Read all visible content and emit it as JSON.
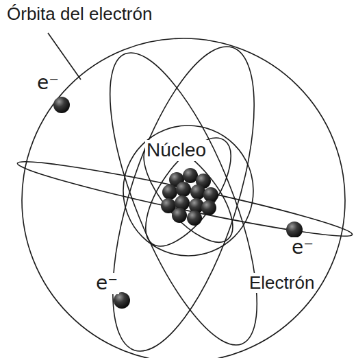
{
  "diagram": {
    "labels": [
      "Órbita del electrón",
      "e⁻",
      "Núcleo",
      "e⁻",
      "Electrón",
      "e⁻"
    ]
  }
}
